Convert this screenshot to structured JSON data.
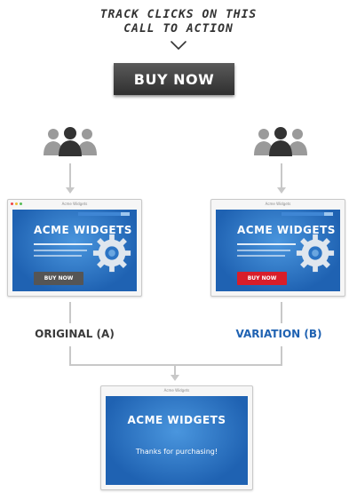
{
  "annotation": {
    "line1": "TRACK CLICKS ON THIS",
    "line2": "CALL TO ACTION"
  },
  "cta": {
    "label": "BUY NOW",
    "color": "#3a3a3a"
  },
  "original": {
    "window_title": "Acme Widgets",
    "brand": "ACME WIDGETS",
    "button_label": "BUY NOW",
    "button_color": "#555555",
    "label": "ORIGINAL (A)",
    "label_color": "#3a3a3a"
  },
  "variation": {
    "window_title": "Acme Widgets",
    "brand": "ACME WIDGETS",
    "button_label": "BUY NOW",
    "button_color": "#d81e2a",
    "label": "VARIATION (B)",
    "label_color": "#1f62b2"
  },
  "result": {
    "window_title": "Acme Widgets",
    "brand": "ACME WIDGETS",
    "message": "Thanks for purchasing!"
  },
  "colors": {
    "page_blue": "#1f62b2",
    "connector": "#c8c8c8",
    "users_dark": "#333333",
    "users_light": "#9a9a9a"
  }
}
